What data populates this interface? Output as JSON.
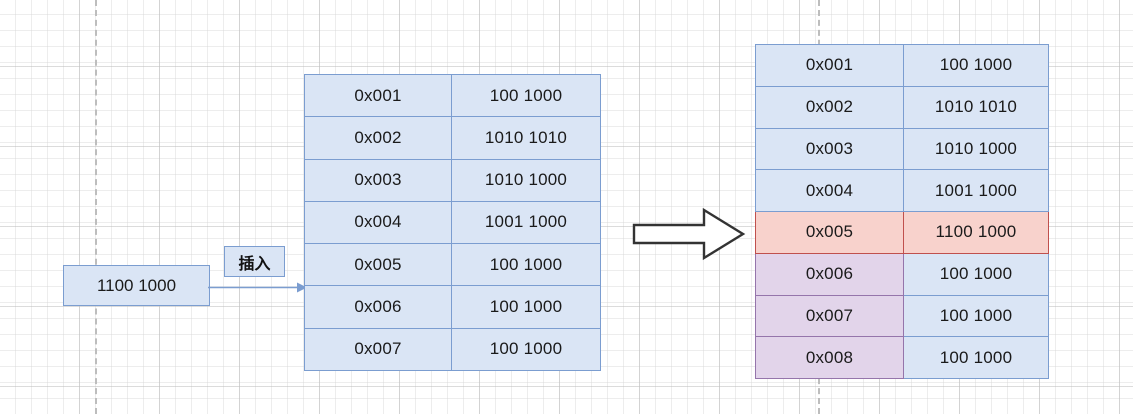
{
  "diagram": {
    "title": "memory-insert-before-after",
    "colors": {
      "cell_blue_fill": "#dae5f5",
      "cell_blue_border": "#7b9dd0",
      "cell_pink_fill": "#f8d2cc",
      "cell_pink_border": "#c0504d",
      "cell_purple_fill": "#e2d4ea",
      "cell_purple_border": "#9575ab",
      "grid_major": "#bebebe",
      "grid_minor": "#d7d7d7",
      "guide_dashed": "#bdbdbd",
      "block_arrow_stroke": "#333333",
      "connector_stroke": "#7b9dd0"
    }
  },
  "source": {
    "value": "1100 1000"
  },
  "insert": {
    "label": "插入"
  },
  "table_before": {
    "rows": [
      {
        "address": "0x001",
        "value": "100 1000",
        "addr_style": "blue",
        "value_style": "blue"
      },
      {
        "address": "0x002",
        "value": "1010 1010",
        "addr_style": "blue",
        "value_style": "blue"
      },
      {
        "address": "0x003",
        "value": "1010 1000",
        "addr_style": "blue",
        "value_style": "blue"
      },
      {
        "address": "0x004",
        "value": "1001 1000",
        "addr_style": "blue",
        "value_style": "blue"
      },
      {
        "address": "0x005",
        "value": "100 1000",
        "addr_style": "blue",
        "value_style": "blue"
      },
      {
        "address": "0x006",
        "value": "100 1000",
        "addr_style": "blue",
        "value_style": "blue"
      },
      {
        "address": "0x007",
        "value": "100 1000",
        "addr_style": "blue",
        "value_style": "blue"
      }
    ]
  },
  "table_after": {
    "rows": [
      {
        "address": "0x001",
        "value": "100 1000",
        "addr_style": "blue",
        "value_style": "blue"
      },
      {
        "address": "0x002",
        "value": "1010 1010",
        "addr_style": "blue",
        "value_style": "blue"
      },
      {
        "address": "0x003",
        "value": "1010 1000",
        "addr_style": "blue",
        "value_style": "blue"
      },
      {
        "address": "0x004",
        "value": "1001 1000",
        "addr_style": "blue",
        "value_style": "blue"
      },
      {
        "address": "0x005",
        "value": "1100 1000",
        "addr_style": "pink",
        "value_style": "pink"
      },
      {
        "address": "0x006",
        "value": "100 1000",
        "addr_style": "purple",
        "value_style": "blue"
      },
      {
        "address": "0x007",
        "value": "100 1000",
        "addr_style": "purple",
        "value_style": "blue"
      },
      {
        "address": "0x008",
        "value": "100 1000",
        "addr_style": "purple",
        "value_style": "blue"
      }
    ]
  }
}
